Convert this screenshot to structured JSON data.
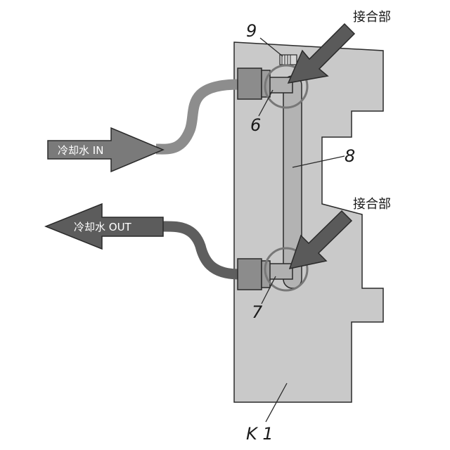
{
  "labels": {
    "joint_top": "接合部",
    "joint_bottom": "接合部",
    "n9": "9",
    "n6": "6",
    "n8": "8",
    "n7": "7",
    "k1": "K 1",
    "cooling_in": "冷却水 IN",
    "cooling_out": "冷却水 OUT"
  },
  "colors": {
    "body_fill": "#c9c9c9",
    "body_stroke": "#2a2a2a",
    "fitting_fill": "#8c8c8c",
    "hose_in": "#8d8d8d",
    "hose_out": "#5e5e5e",
    "arrow_fill": "#5a5a5a",
    "in_arrow_fill": "#7a7a7a",
    "out_arrow_fill": "#5c5c5c",
    "circle_stroke": "#777777"
  }
}
